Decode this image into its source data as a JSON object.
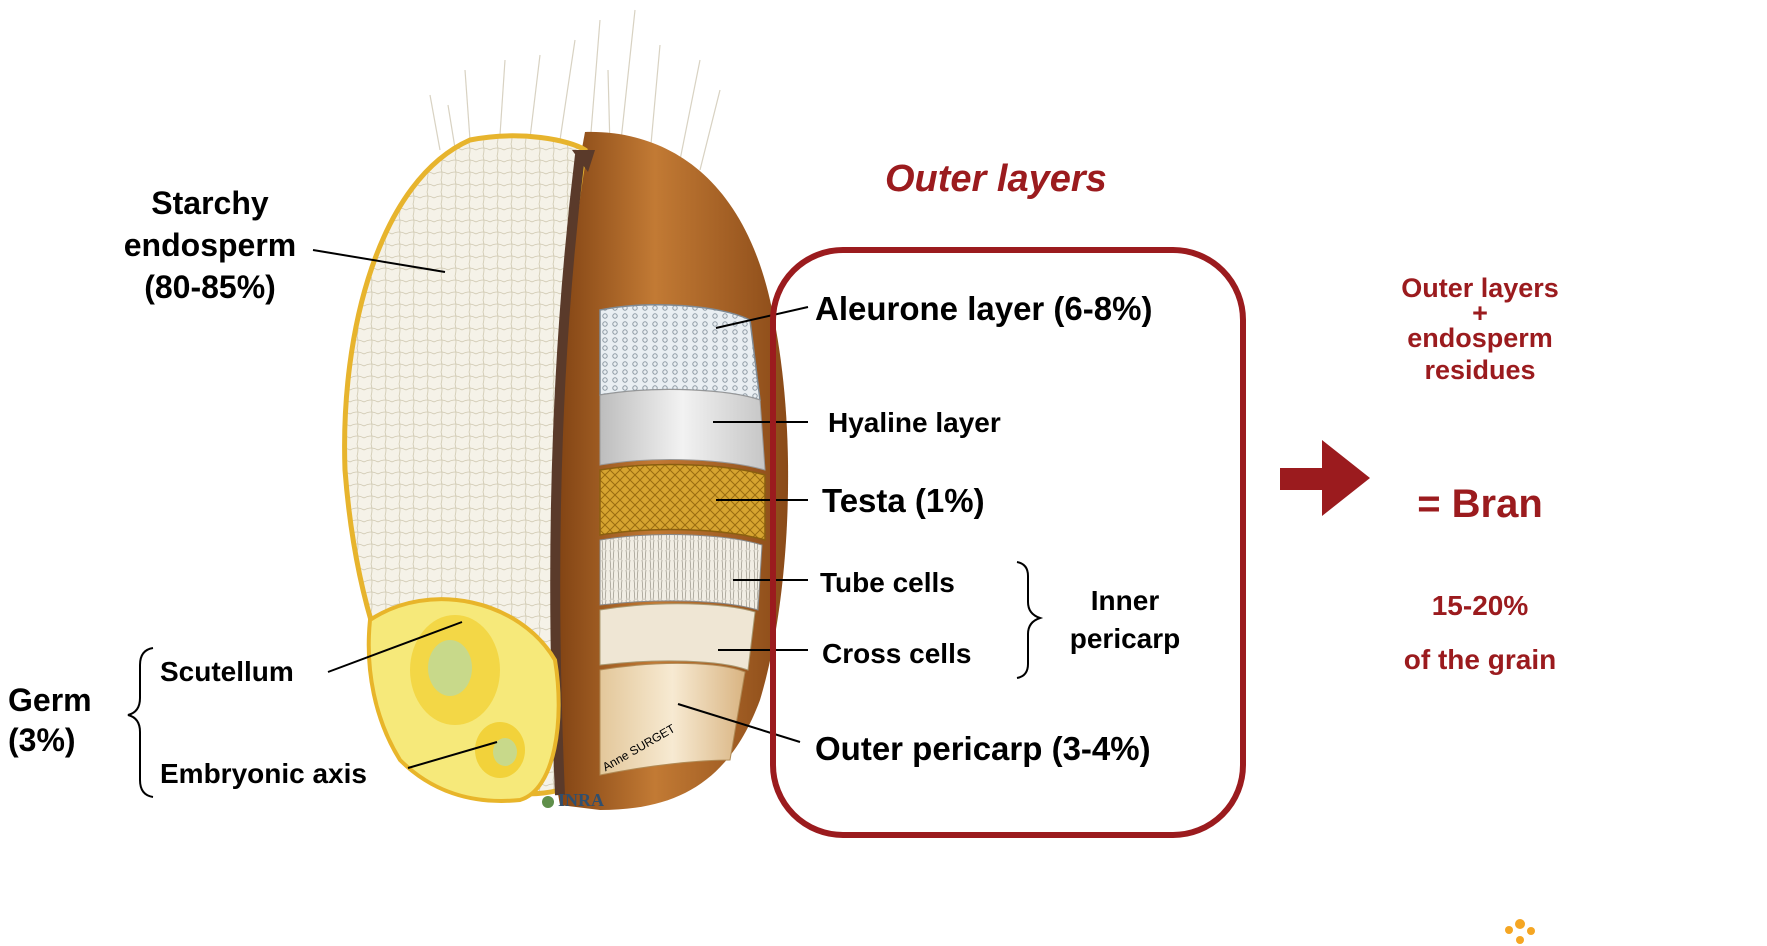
{
  "left_labels": {
    "starchy_line1": "Starchy",
    "starchy_line2": "endosperm",
    "starchy_line3": "(80-85%)",
    "germ_line1": "Germ",
    "germ_line2": "(3%)",
    "scutellum": "Scutellum",
    "embryonic_axis": "Embryonic axis"
  },
  "outer_layers_title": "Outer layers",
  "layers": {
    "aleurone": "Aleurone layer (6-8%)",
    "hyaline": "Hyaline layer",
    "testa": "Testa (1%)",
    "tube_cells": "Tube cells",
    "cross_cells": "Cross cells",
    "inner_pericarp_line1": "Inner",
    "inner_pericarp_line2": "pericarp",
    "outer_pericarp": "Outer pericarp (3-4%)"
  },
  "result": {
    "line1": "Outer layers",
    "plus": "+",
    "line2": "endosperm",
    "line3": "residues",
    "bran": "= Bran",
    "pct": "15-20%",
    "of_grain": "of the grain"
  },
  "credit": {
    "logo": "INRA",
    "author": "Anne SURGET"
  },
  "colors": {
    "accent_red": "#9b1b1e",
    "bran_brown": "#b5651d",
    "endosperm_fill": "#f4f1e6",
    "germ_yellow": "#f2d23a",
    "testa_gold": "#d6a430",
    "logo_orange": "#f5a623"
  }
}
